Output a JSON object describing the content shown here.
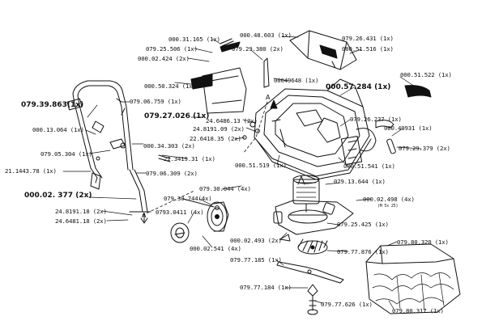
{
  "labels": {
    "p000_31_165": "000.31.165 (1x)",
    "p000_48_603": "000.48.603 (1x)",
    "p079_26_431": "079.26.431  (1x)",
    "p079_25_506": "079.25.506  (1x)",
    "p000_51_516": "000.51.516 (1x)",
    "p000_02_424": "000.02.424 (2x)",
    "p079_29_380": "079.29.380 (2x)",
    "p000_50_324": "000.50.324 (1x)",
    "p000_49648": "00049648 (1x)",
    "p000_57_284": "000.57.284 (1x)",
    "p000_51_522": "000.51.522 (1x)",
    "p079_39_863": "079.39.863(1x)",
    "p079_06_759": "079.06.759 (1x)",
    "p079_27_026": "079.27.026 (1x)",
    "p24_64_86_13": "24.6486.13 (2x)",
    "p079_26_237": "079.26.237 (1x)",
    "p24_81_91_09": "24.8191.09 (2x)",
    "p000_49931": "000.49931 (1x)",
    "p000_13_064": "000.13.064 (1x)",
    "p22_64_18_35": "22.6418.35 (2x)",
    "p000_34_303": "000.34.303 (2x)",
    "p079_05_304": "079.05.304 (1x)",
    "p22_34_19_31": "22.3419.31 (1x)",
    "p079_29_379": "079.29.379 (2x)",
    "p000_51_519": "000.51.519 (1x)",
    "p000_51_541": "000.51.541 (1x)",
    "p21_14_43_78": "21.1443.78 (1x)",
    "p079_06_309": "079.06.309 (2x)",
    "p079_13_644": "079.13.644 (1x)",
    "p000_02_377": "000.02. 377 (2x)",
    "p079_30_044": "079.30.044 (4x)",
    "p079_30_744": "079.30.744(4x)",
    "p000_02_498": "000.02.498 (4x)",
    "p000_02_498_note": "(M 5x 25)",
    "p24_81_91_18": "24.8191.18 (2x)",
    "p079_30_411": "0793.0411 (4x)",
    "p079_25_425": "079.25.425 (1x)",
    "p24_64_81_18": "24.6481.18 (2x)",
    "p000_02_493": "000.02.493 (2x)",
    "p079_80_320": "079.80.320 (1x)",
    "p000_02_541": "000.02.541 (4x)",
    "p079_77_876": "079.77.876 (1x)",
    "p079_77_185": "079.77.185 (1x)",
    "p079_77_184": "079.77.184 (1x)",
    "p079_77_626": "079.77.626 (1x)",
    "p079_80_317": "079.80.317 (1x)"
  },
  "markers": {
    "a_top": "A",
    "a_bottom": "A"
  }
}
